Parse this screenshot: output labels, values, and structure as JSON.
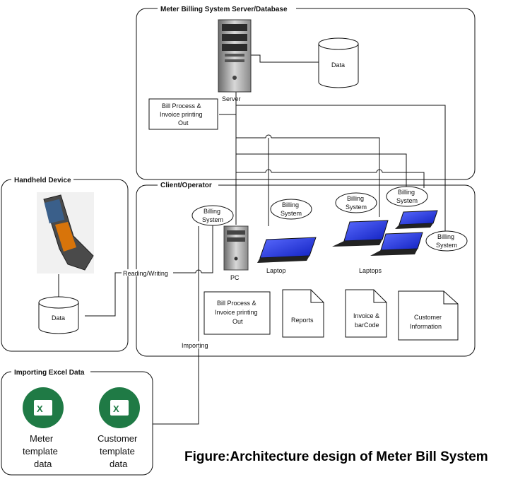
{
  "groups": {
    "server": "Meter Billing System Server/Database",
    "handheld": "Handheld Device",
    "client": "Client/Operator",
    "excel": "Importing Excel Data"
  },
  "nodes": {
    "server_label": "Server",
    "server_data": "Data",
    "server_bill_process": [
      "Bill Process &",
      "Invoice printing",
      "Out"
    ],
    "handheld_data": "Data",
    "pc_label": "PC",
    "billing_system": [
      "Billing",
      "System"
    ],
    "laptop_label": "Laptop",
    "laptops_label": "Laptops",
    "client_bill_process": [
      "Bill Process &",
      "Invoice printing",
      "Out"
    ],
    "reports": "Reports",
    "invoice_barcode": [
      "Invoice &",
      "barCode"
    ],
    "customer_information": [
      "Customer",
      "Information"
    ],
    "meter_template": [
      "Meter",
      "template",
      "data"
    ],
    "customer_template": [
      "Customer",
      "template",
      "data"
    ]
  },
  "edges": {
    "reading_writing": "Reading/Writing",
    "importing": "Importing"
  },
  "caption": "Figure:Architecture design of Meter Bill System",
  "colors": {
    "excel_green": "#1f7a45",
    "screen_blue": "#1f2fd8"
  },
  "icons": [
    "server-tower-icon",
    "database-cylinder-icon",
    "handheld-scanner-icon",
    "pc-tower-icon",
    "laptop-icon",
    "excel-icon",
    "document-icon"
  ]
}
